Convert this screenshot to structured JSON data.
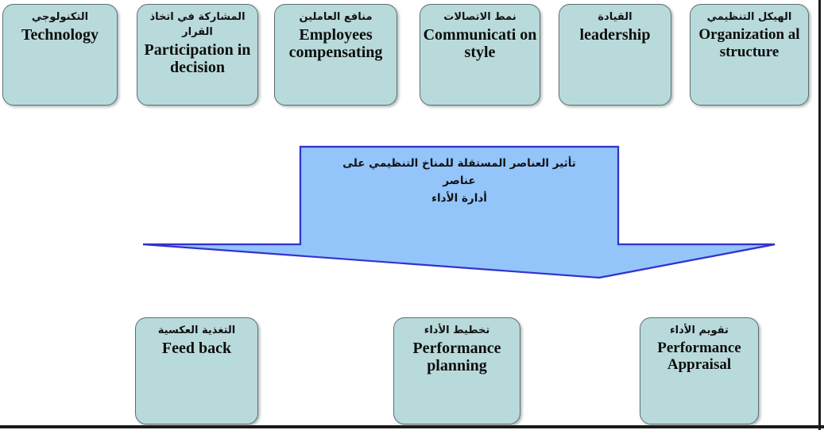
{
  "diagram": {
    "title_ar": "تأثير العناصر المستقلة للمناخ التنظيمي على عناصر أدارة الأداء",
    "colors": {
      "node_fill": "#b9dadb",
      "node_border": "#5f6f72",
      "arrow_fill": "#93c5fb",
      "arrow_border": "#3333cc",
      "frame_border": "#1a1a1a",
      "text": "#111111"
    },
    "top_row": {
      "nodes": [
        {
          "arabic": "التكنولوجي",
          "english": "Technology"
        },
        {
          "arabic": "المشاركة في اتخاذ القرار",
          "english": "Participation in decision"
        },
        {
          "arabic": "منافع العاملين",
          "english": "Employees compensating"
        },
        {
          "arabic": "نمط الاتصالات",
          "english": "Communicati on style"
        },
        {
          "arabic": "القيادة",
          "english": "leadership"
        },
        {
          "arabic": "الهيكل التنظيمي",
          "english": "Organization al structure"
        }
      ]
    },
    "arrow": {
      "line1": "تأثير العناصر المستقلة للمناخ التنظيمي على",
      "line2": "عناصر",
      "line3": "أدارة الأداء"
    },
    "bottom_row": {
      "nodes": [
        {
          "arabic": "التغذية العكسية",
          "english": "Feed back"
        },
        {
          "arabic": "تخطيط الأداء",
          "english": "Performance planning"
        },
        {
          "arabic": "تقويم الأداء",
          "english": "Performance Appraisal"
        }
      ]
    }
  }
}
